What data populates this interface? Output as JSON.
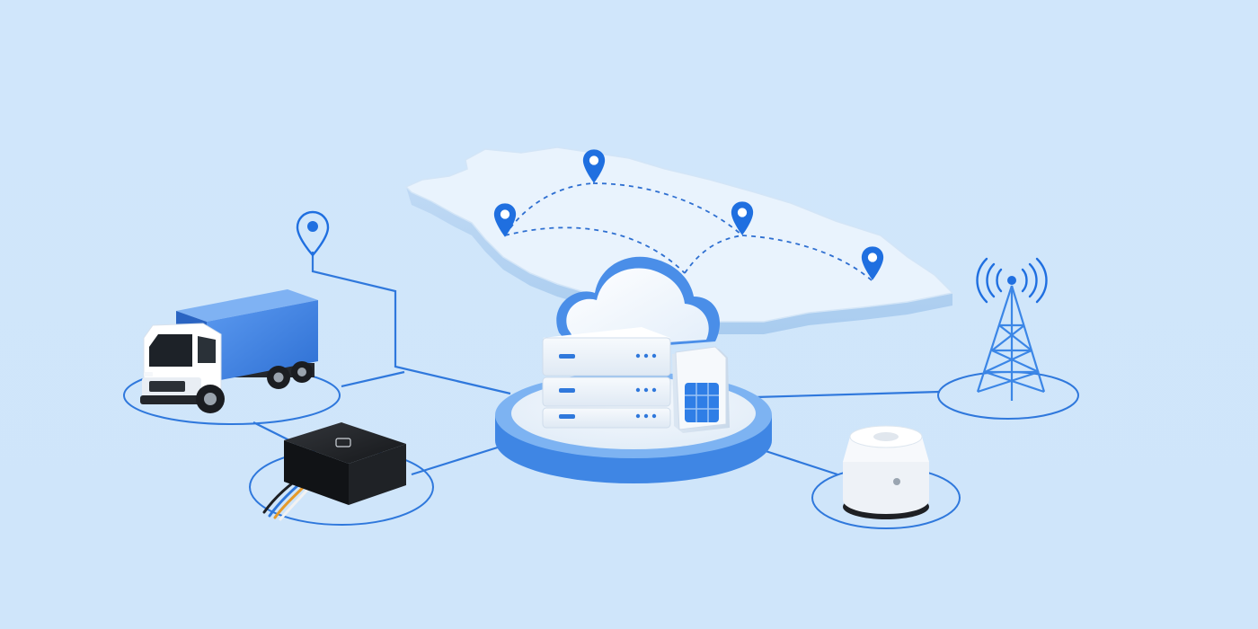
{
  "scene": {
    "background": "#d3e8fb",
    "accent": "#1f6fe0",
    "line_color": "#2f78dc",
    "map_color": "#e9f3fd",
    "map_edge_color": "#c6def6",
    "device_white": "#f4f8fc",
    "device_dark": "#1e2024"
  },
  "objects": [
    {
      "name": "map-terrain",
      "icon": "map-icon"
    },
    {
      "name": "location-pins",
      "icon": "location-pin-icon",
      "count": 5
    },
    {
      "name": "cloud",
      "icon": "cloud-icon"
    },
    {
      "name": "server-stack",
      "icon": "server-icon",
      "units": 3
    },
    {
      "name": "sim-card",
      "icon": "sim-card-icon"
    },
    {
      "name": "delivery-truck",
      "icon": "truck-icon"
    },
    {
      "name": "gps-tracker-box",
      "icon": "tracker-icon"
    },
    {
      "name": "cell-tower",
      "icon": "antenna-icon"
    },
    {
      "name": "smart-sensor",
      "icon": "sensor-icon"
    }
  ]
}
